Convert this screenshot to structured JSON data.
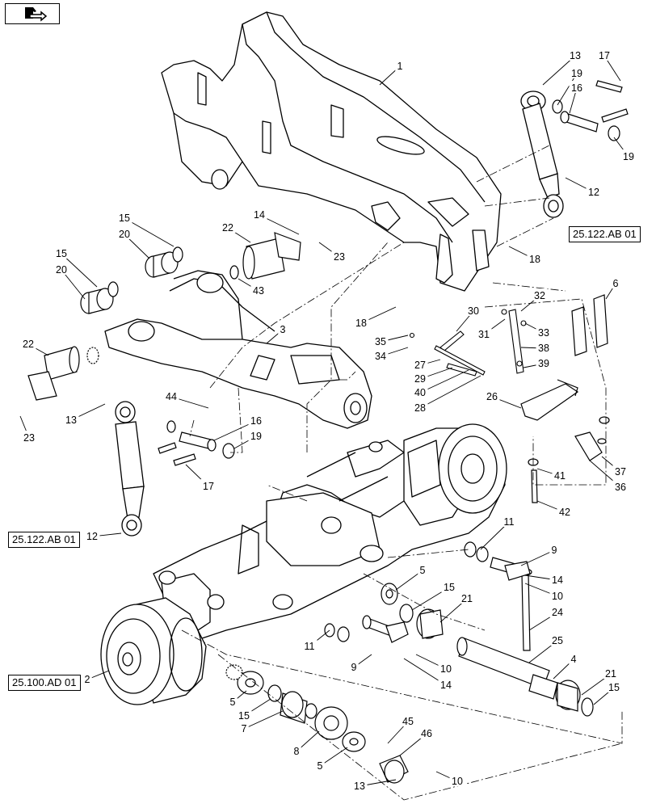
{
  "nav_icon": "next-page-arrow-icon",
  "references": [
    {
      "id": "ref-a",
      "label": "25.122.AB 01"
    },
    {
      "id": "ref-b",
      "label": "25.122.AB 01"
    },
    {
      "id": "ref-c",
      "label": "25.100.AD 01"
    }
  ],
  "callouts": [
    {
      "n": "1"
    },
    {
      "n": "13"
    },
    {
      "n": "17"
    },
    {
      "n": "19"
    },
    {
      "n": "16"
    },
    {
      "n": "19"
    },
    {
      "n": "12"
    },
    {
      "n": "18"
    },
    {
      "n": "15"
    },
    {
      "n": "14"
    },
    {
      "n": "20"
    },
    {
      "n": "22"
    },
    {
      "n": "23"
    },
    {
      "n": "15"
    },
    {
      "n": "20"
    },
    {
      "n": "43"
    },
    {
      "n": "18"
    },
    {
      "n": "30"
    },
    {
      "n": "32"
    },
    {
      "n": "6"
    },
    {
      "n": "3"
    },
    {
      "n": "35"
    },
    {
      "n": "31"
    },
    {
      "n": "33"
    },
    {
      "n": "34"
    },
    {
      "n": "38"
    },
    {
      "n": "22"
    },
    {
      "n": "27"
    },
    {
      "n": "39"
    },
    {
      "n": "29"
    },
    {
      "n": "40"
    },
    {
      "n": "44"
    },
    {
      "n": "28"
    },
    {
      "n": "26"
    },
    {
      "n": "13"
    },
    {
      "n": "16"
    },
    {
      "n": "23"
    },
    {
      "n": "19"
    },
    {
      "n": "17"
    },
    {
      "n": "41"
    },
    {
      "n": "37"
    },
    {
      "n": "36"
    },
    {
      "n": "42"
    },
    {
      "n": "12"
    },
    {
      "n": "11"
    },
    {
      "n": "9"
    },
    {
      "n": "5"
    },
    {
      "n": "14"
    },
    {
      "n": "10"
    },
    {
      "n": "15"
    },
    {
      "n": "21"
    },
    {
      "n": "24"
    },
    {
      "n": "11"
    },
    {
      "n": "25"
    },
    {
      "n": "9"
    },
    {
      "n": "10"
    },
    {
      "n": "4"
    },
    {
      "n": "14"
    },
    {
      "n": "2"
    },
    {
      "n": "21"
    },
    {
      "n": "5"
    },
    {
      "n": "15"
    },
    {
      "n": "15"
    },
    {
      "n": "7"
    },
    {
      "n": "45"
    },
    {
      "n": "46"
    },
    {
      "n": "8"
    },
    {
      "n": "5"
    },
    {
      "n": "13"
    },
    {
      "n": "10"
    }
  ]
}
